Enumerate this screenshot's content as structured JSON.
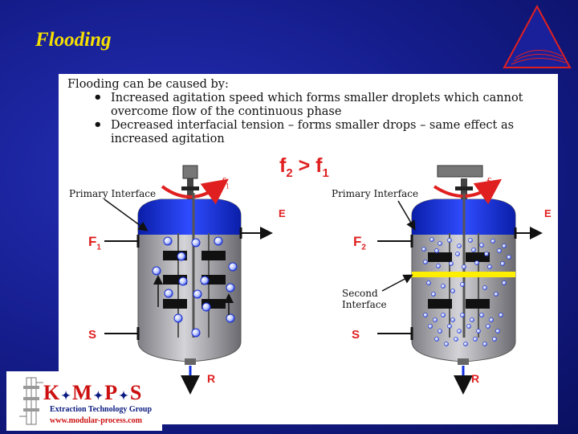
{
  "title": "Flooding",
  "intro": "Flooding can be caused by:",
  "bullets": [
    "Increased agitation speed which forms smaller droplets which cannot overcome flow of the continuous phase",
    "Decreased interfacial tension – forms smaller drops – same effect as increased agitation"
  ],
  "equation": {
    "lhs": "f",
    "lhs_sub": "2",
    "op": " > ",
    "rhs": "f",
    "rhs_sub": "1"
  },
  "left_tank": {
    "primary_interface": "Primary Interface",
    "speed_label": "f",
    "speed_sub": "1",
    "feed_label": "F",
    "feed_sub": "1",
    "e_label": "E",
    "s_label": "S",
    "r_label": "R"
  },
  "right_tank": {
    "primary_interface": "Primary Interface",
    "speed_label": "f",
    "speed_sub": "2",
    "feed_label": "F",
    "feed_sub": "2",
    "second_interface": [
      "Second",
      "Interface"
    ],
    "e_label": "E",
    "s_label": "S",
    "r_label": "R"
  },
  "logo": {
    "brand": "K M P S",
    "k": "K",
    "m": "M",
    "p": "P",
    "s": "S",
    "group": "Extraction Technology Group",
    "url": "www.modular-process.com"
  },
  "colors": {
    "title": "#f7e000",
    "organic": "#1030e0",
    "tank": "#b0b0b4",
    "arrow_red": "#e02020",
    "interface": "#ffee00"
  }
}
